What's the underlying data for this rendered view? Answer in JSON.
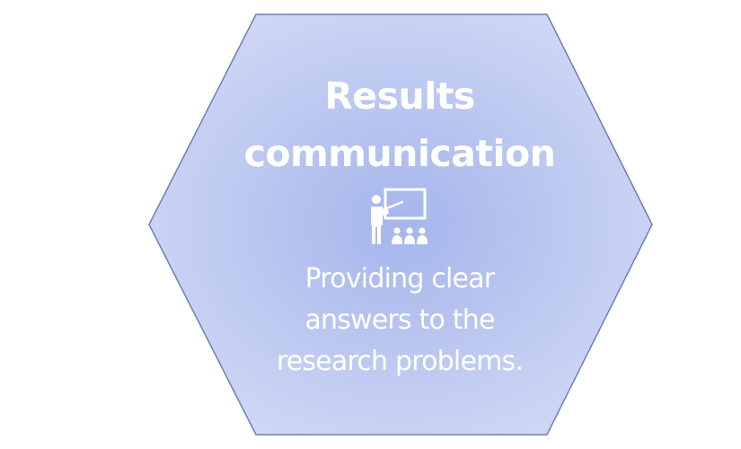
{
  "title": {
    "line1": "Results",
    "line2": "communication"
  },
  "icon": "presentation-teacher-icon",
  "description": {
    "line1": "Providing clear",
    "line2": "answers to the",
    "line3": "research problems."
  },
  "colors": {
    "hex_center": "#a5b5ec",
    "hex_edge": "#cbd4f3",
    "hex_border": "#6c7fb4",
    "text": "#ffffff"
  }
}
